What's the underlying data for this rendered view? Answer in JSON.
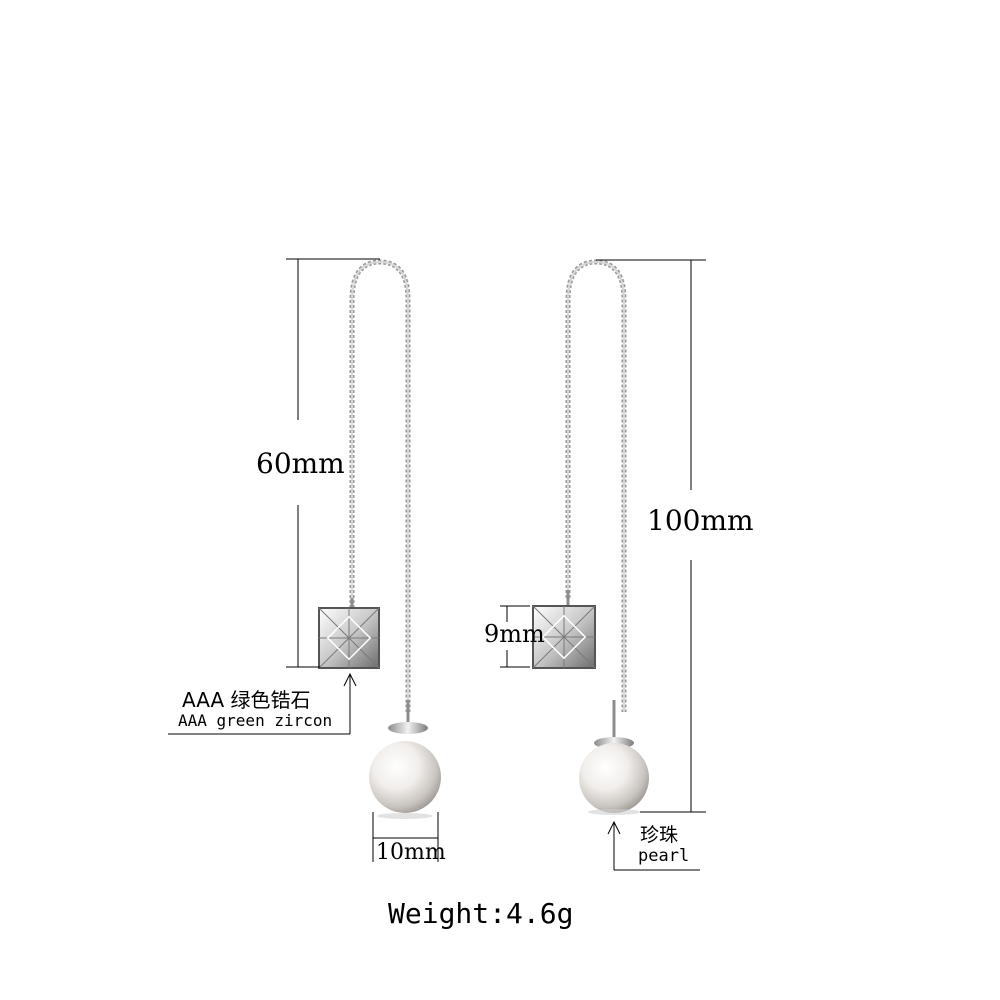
{
  "dimensions": {
    "chain_left": "60mm",
    "chain_right": "100mm",
    "zircon_size": "9mm",
    "pearl_size": "10mm"
  },
  "callouts": {
    "zircon_cn": "AAA 绿色锆石",
    "zircon_en": "AAA green zircon",
    "pearl_cn": "珍珠",
    "pearl_en": "pearl"
  },
  "weight": "Weight:4.6g",
  "colors": {
    "background": "#ffffff",
    "line": "#000000",
    "silver": "#b8b8b8",
    "pearl": "#e8e4e0"
  }
}
